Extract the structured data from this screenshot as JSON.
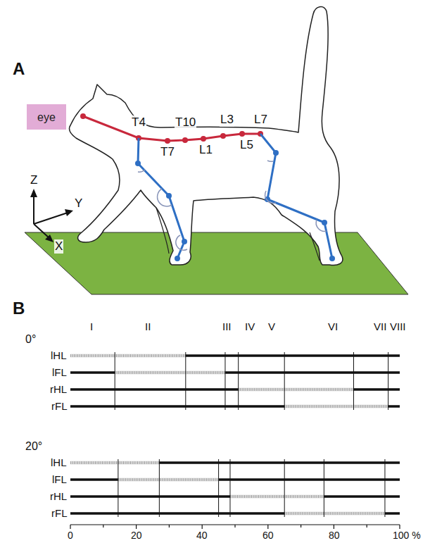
{
  "diagram": {
    "nodes": [
      {
        "text": [
          "eye"
        ]
      }
    ],
    "labels": [
      "A",
      "T4",
      "T10",
      "L3",
      "L7",
      "T7",
      "L1",
      "L5",
      "Z",
      "Y",
      "X",
      "B",
      "I",
      "II",
      "III",
      "IV",
      "V",
      "VI",
      "VII",
      "VIII",
      "0°",
      "lHL",
      "lFL",
      "rHL",
      "rFL",
      "20°",
      "lHL",
      "lFL",
      "rHL",
      "rFL",
      "0",
      "20",
      "40",
      "60",
      "80",
      "100 %"
    ]
  }
}
